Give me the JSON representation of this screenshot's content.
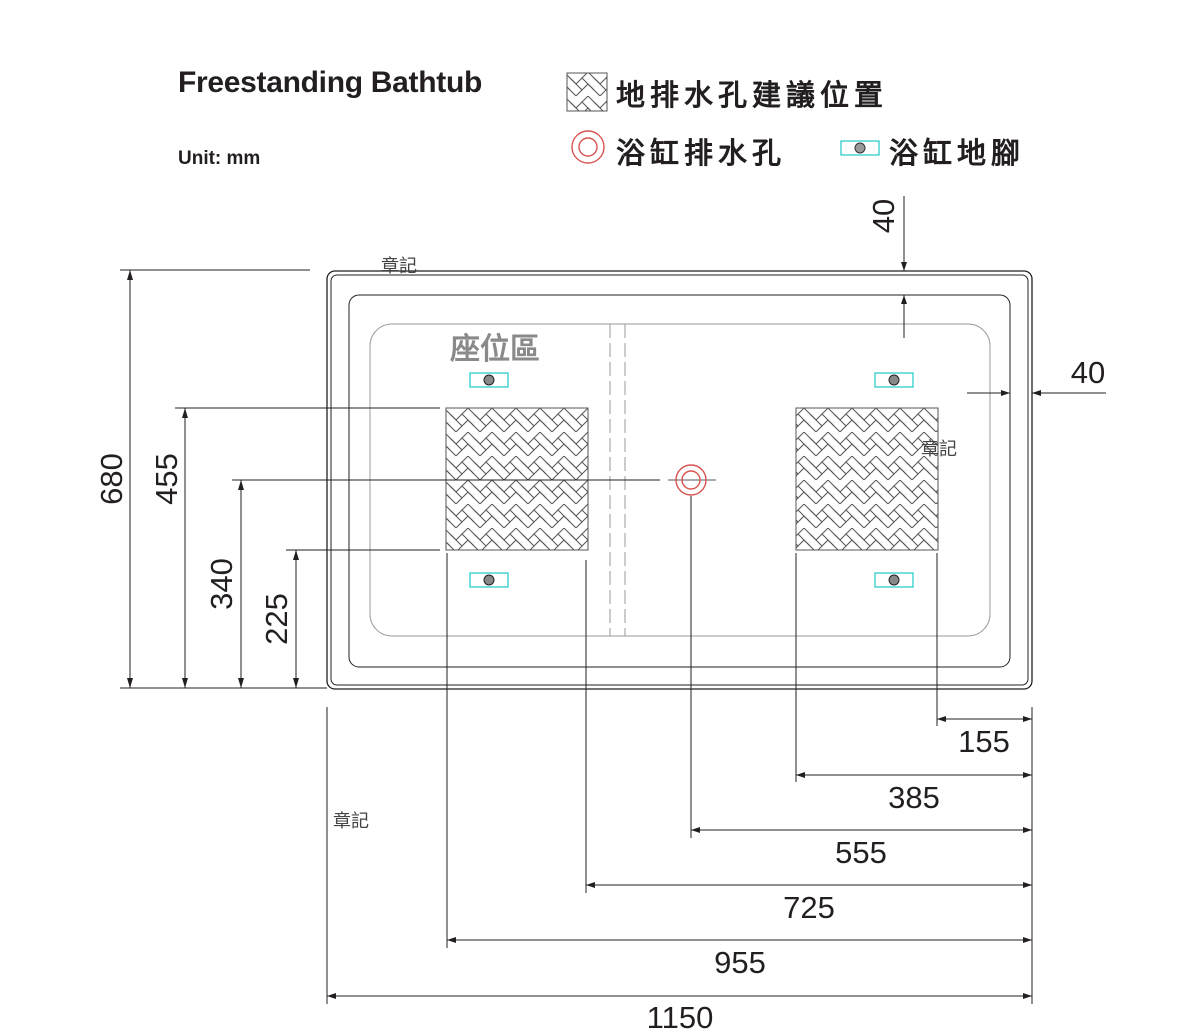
{
  "title": "Freestanding Bathtub",
  "unit": "Unit: mm",
  "legend": {
    "floor_drain": "地排水孔建議位置",
    "tub_drain": "浴缸排水孔",
    "tub_foot": "浴缸地腳"
  },
  "labels": {
    "seat_area": "座位區",
    "stamp": "章記"
  },
  "dimensions": {
    "overall_length": "1150",
    "overall_width": "680",
    "from_right_155": "155",
    "from_right_385": "385",
    "from_right_555": "555",
    "from_right_725": "725",
    "from_right_955": "955",
    "from_bottom_455": "455",
    "from_bottom_340": "340",
    "from_bottom_225": "225",
    "top_margin": "40",
    "right_margin": "40"
  },
  "colors": {
    "line": "#231f20",
    "drain": "#d9534f",
    "foot": "#1ec8c8",
    "hatch": "#555555",
    "seat_text": "#8a8a8a"
  }
}
